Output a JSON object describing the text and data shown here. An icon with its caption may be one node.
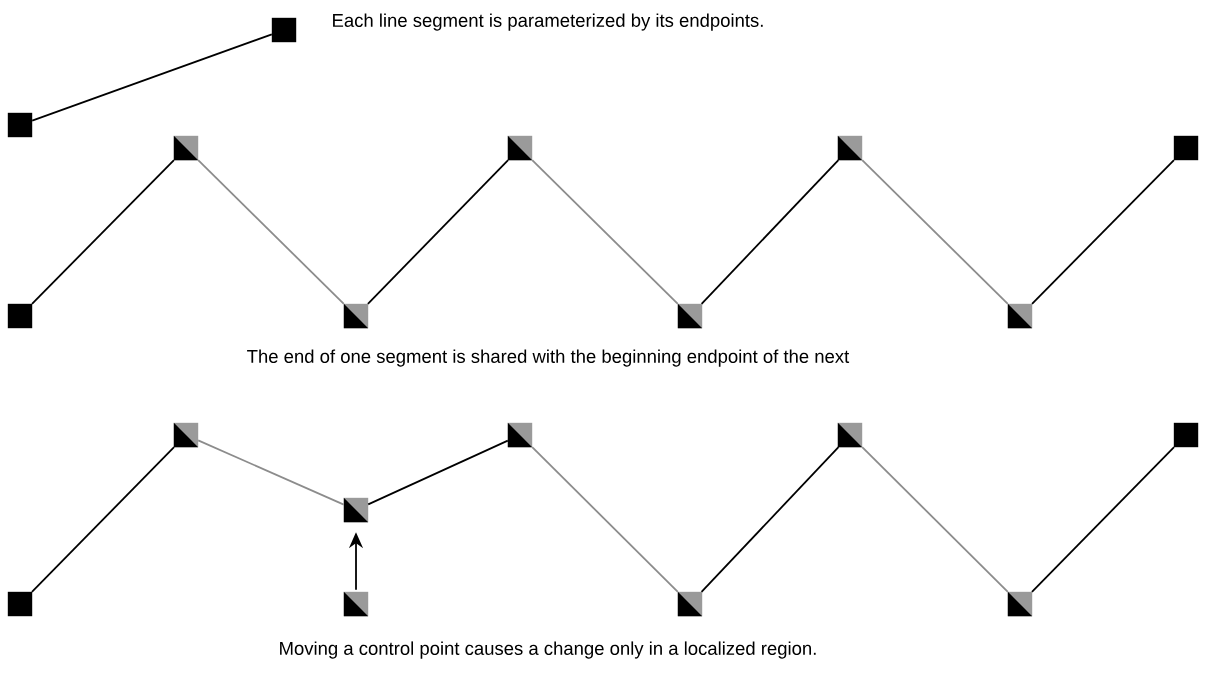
{
  "diagram": {
    "nodes": [
      {
        "text": [],
        "shape": "box"
      },
      {
        "text": [],
        "shape": "box"
      },
      {
        "text": [],
        "shape": "box"
      },
      {
        "text": [],
        "shape": "box"
      },
      {
        "text": [],
        "shape": "box"
      },
      {
        "text": [],
        "shape": "box"
      },
      {
        "text": [],
        "shape": "box"
      },
      {
        "text": [],
        "shape": "box"
      },
      {
        "text": [],
        "shape": "box"
      },
      {
        "text": [],
        "shape": "box"
      },
      {
        "text": [],
        "shape": "box"
      },
      {
        "text": [],
        "shape": "box"
      },
      {
        "text": [],
        "shape": "box"
      },
      {
        "text": [],
        "shape": "box"
      },
      {
        "text": [],
        "shape": "box"
      },
      {
        "text": [],
        "shape": "box"
      },
      {
        "text": [],
        "shape": "box"
      },
      {
        "text": [],
        "shape": "box"
      },
      {
        "text": [],
        "shape": "box"
      }
    ],
    "edges": [
      {
        "from": 0,
        "to": 1,
        "arrow": "none"
      },
      {
        "from": 2,
        "to": 3,
        "arrow": "none"
      },
      {
        "from": 3,
        "to": 4,
        "arrow": "none",
        "color": "#8c8c8c"
      },
      {
        "from": 4,
        "to": 5,
        "arrow": "none"
      },
      {
        "from": 5,
        "to": 6,
        "arrow": "none",
        "color": "#8c8c8c"
      },
      {
        "from": 6,
        "to": 7,
        "arrow": "none"
      },
      {
        "from": 7,
        "to": 8,
        "arrow": "none",
        "color": "#8c8c8c"
      },
      {
        "from": 8,
        "to": 9,
        "arrow": "none"
      },
      {
        "from": 10,
        "to": 11,
        "arrow": "none"
      },
      {
        "from": 11,
        "to": 12,
        "arrow": "none",
        "color": "#8c8c8c"
      },
      {
        "from": 12,
        "to": 13,
        "arrow": "none"
      },
      {
        "from": 13,
        "to": 14,
        "arrow": "none",
        "color": "#8c8c8c"
      },
      {
        "from": 14,
        "to": 15,
        "arrow": "none"
      },
      {
        "from": 15,
        "to": 16,
        "arrow": "none",
        "color": "#8c8c8c"
      },
      {
        "from": 16,
        "to": 17,
        "arrow": "none"
      },
      {
        "from": 18,
        "to": 12,
        "arrow": "to"
      }
    ],
    "labels": [
      "Each line segment is parameterized by its endpoints.",
      "The end of one segment is shared with the beginning endpoint of the next",
      "Moving a control point causes a change only in a localized region."
    ]
  }
}
